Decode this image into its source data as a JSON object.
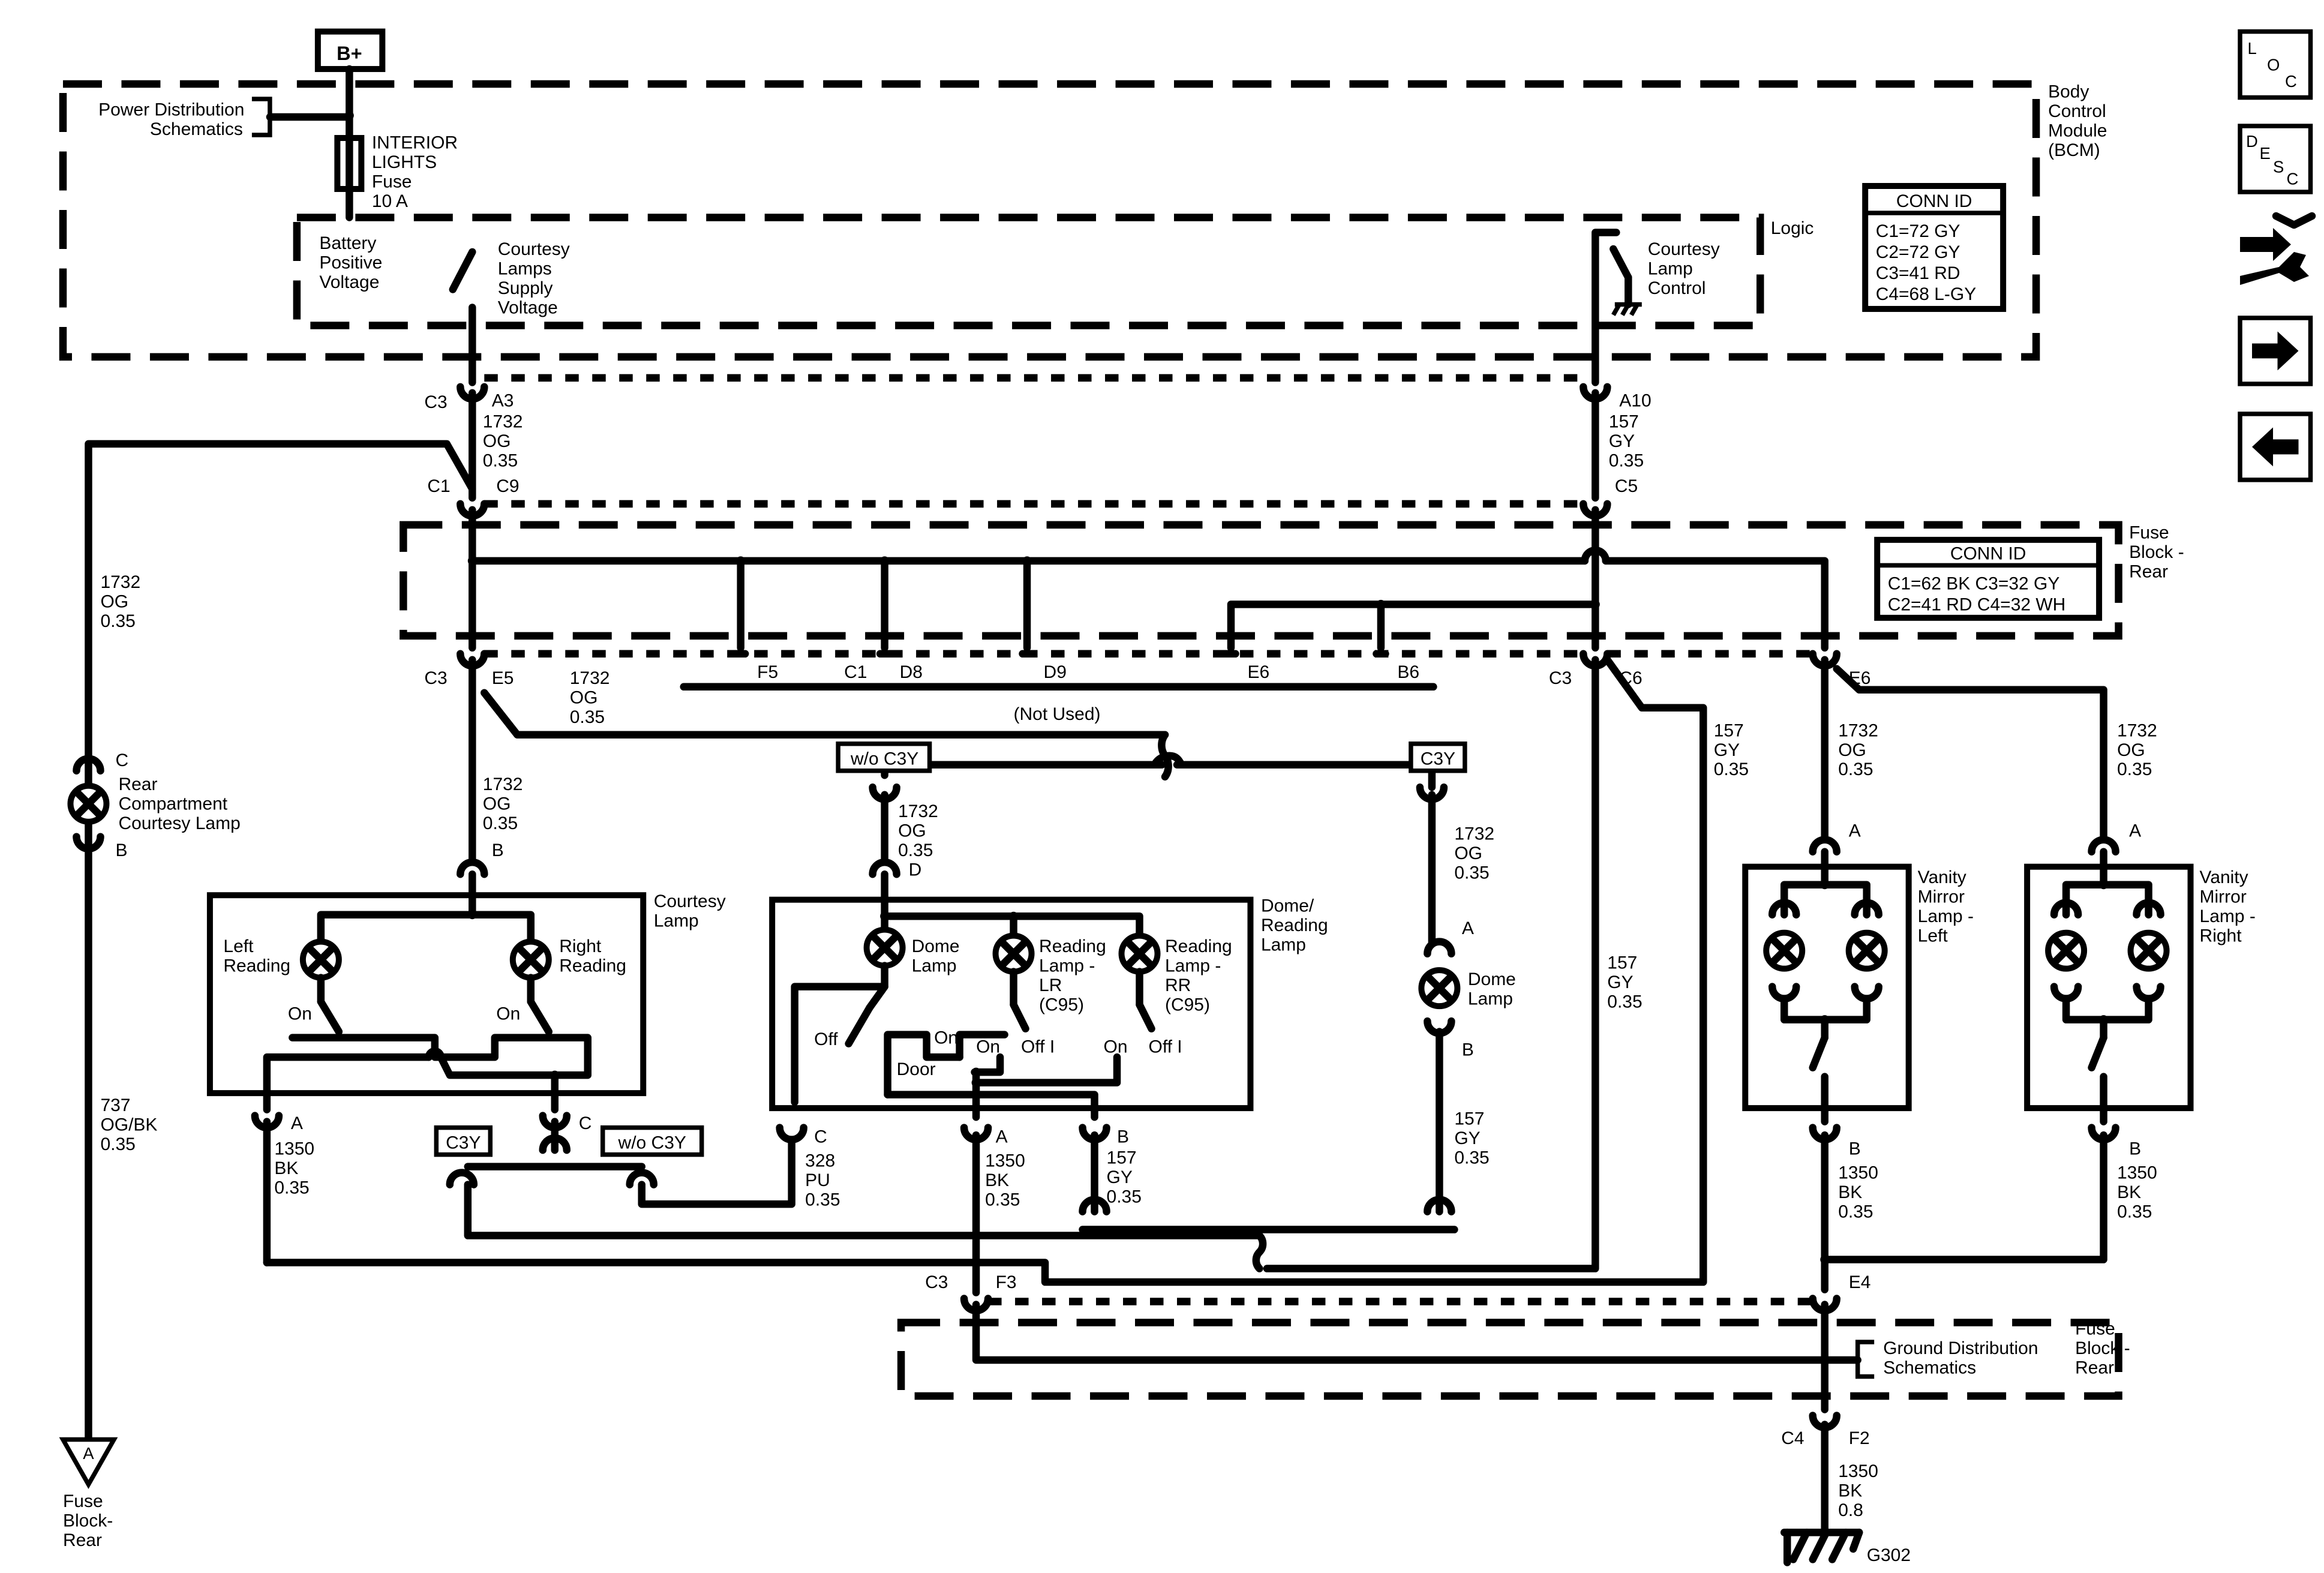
{
  "bplus": "B+",
  "bcm": {
    "l1": "Body",
    "l2": "Control",
    "l3": "Module",
    "l4": "(BCM)"
  },
  "pds": {
    "l1": "Power Distribution",
    "l2": "Schematics"
  },
  "fuse": {
    "l1": "INTERIOR",
    "l2": "LIGHTS",
    "l3": "Fuse",
    "l4": "10 A"
  },
  "bpv": {
    "l1": "Battery",
    "l2": "Positive",
    "l3": "Voltage"
  },
  "clsv": {
    "l1": "Courtesy",
    "l2": "Lamps",
    "l3": "Supply",
    "l4": "Voltage"
  },
  "logic": "Logic",
  "clc": {
    "l1": "Courtesy",
    "l2": "Lamp",
    "l3": "Control"
  },
  "conn1": {
    "title": "CONN ID",
    "r1": "C1=72 GY",
    "r2": "C2=72 GY",
    "r3": "C3=41 RD",
    "r4": "C4=68 L-GY"
  },
  "conn2": {
    "title": "CONN ID",
    "r1": "C1=62 BK  C3=32 GY",
    "r2": "C2=41 RD  C4=32 WH"
  },
  "fbr": {
    "l1": "Fuse",
    "l2": "Block -",
    "l3": "Rear"
  },
  "fbr2": {
    "l1": "Fuse",
    "l2": "Block -",
    "l3": "Rear"
  },
  "gds": {
    "l1": "Ground Distribution",
    "l2": "Schematics"
  },
  "notused": "(Not Used)",
  "c3y": "C3Y",
  "woc3y": "w/o C3Y",
  "wires": {
    "og1732": "1732",
    "og": "OG",
    "gy157": "157",
    "gy": "GY",
    "g035": "0.35",
    "bk1350": "1350",
    "bk": "BK",
    "g08": "0.8",
    "pu328": "328",
    "pu": "PU",
    "og737": "737",
    "ogbk": "OG/BK"
  },
  "pins": {
    "c3": "C3",
    "c1": "C1",
    "c4": "C4",
    "c5": "C5",
    "c6": "C6",
    "c9": "C9",
    "a3": "A3",
    "a10": "A10",
    "e5": "E5",
    "e6": "E6",
    "e4": "E4",
    "f3": "F3",
    "f2": "F2",
    "f5": "F5",
    "c1b": "C1",
    "d8": "D8",
    "d9": "D9",
    "e6b": "E6",
    "b6": "B6",
    "a": "A",
    "b": "B",
    "c": "C",
    "d": "D"
  },
  "rear": {
    "l1": "Rear",
    "l2": "Compartment",
    "l3": "Courtesy Lamp"
  },
  "courtesy": {
    "l1": "Courtesy",
    "l2": "Lamp",
    "left1": "Left",
    "left2": "Reading",
    "right1": "Right",
    "right2": "Reading",
    "on": "On"
  },
  "dome": {
    "l1": "Dome/",
    "l2": "Reading",
    "l3": "Lamp",
    "dome1": "Dome",
    "dome2": "Lamp",
    "rlr1": "Reading",
    "rlr2": "Lamp -",
    "rlr3": "LR",
    "rlr4": "(C95)",
    "rrr1": "Reading",
    "rrr2": "Lamp -",
    "rrr3": "RR",
    "rrr4": "(C95)",
    "off": "Off",
    "on": "On",
    "door": "Door",
    "offi": "Off I"
  },
  "domelamp": {
    "l1": "Dome",
    "l2": "Lamp"
  },
  "vml": {
    "l1": "Vanity",
    "l2": "Mirror",
    "l3": "Lamp -",
    "l4": "Left"
  },
  "vmr": {
    "l1": "Vanity",
    "l2": "Mirror",
    "l3": "Lamp -",
    "l4": "Right"
  },
  "fbrA": {
    "l1": "Fuse",
    "l2": "Block-",
    "l3": "Rear",
    "tri": "A"
  },
  "g302": "G302",
  "nav": {
    "loc": "L O C",
    "desc": "D E S C"
  }
}
